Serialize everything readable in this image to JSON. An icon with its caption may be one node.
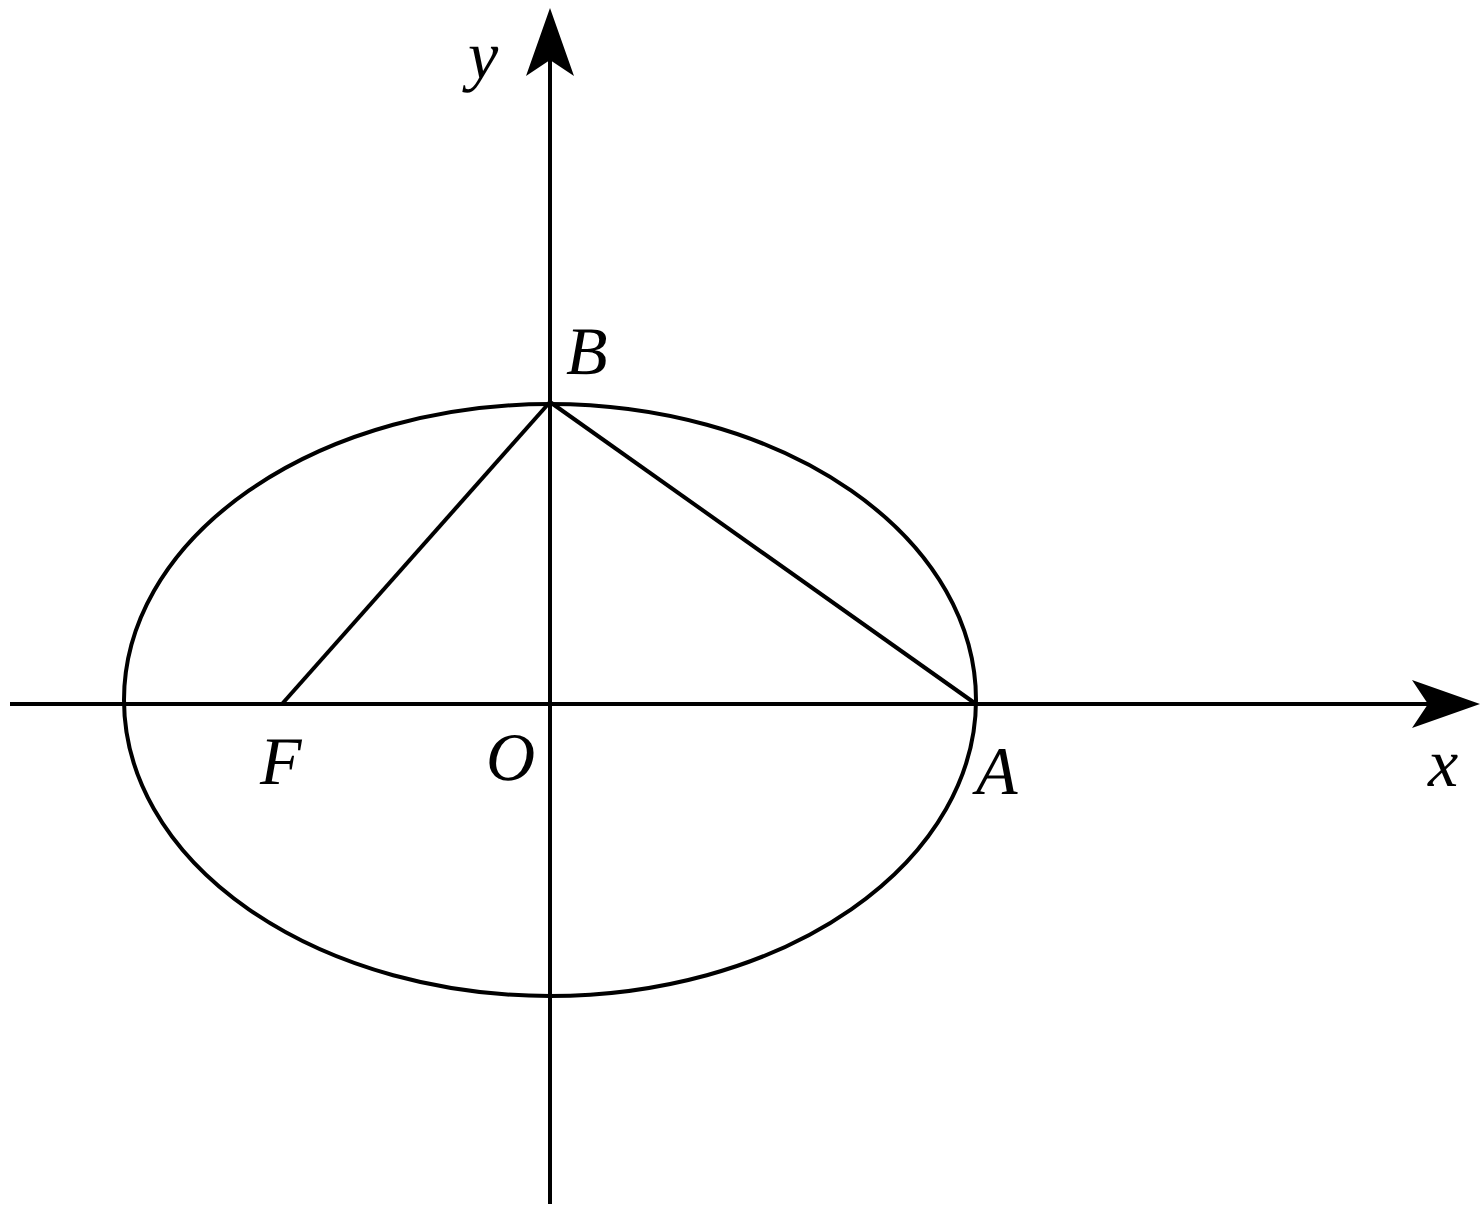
{
  "diagram": {
    "nodes": [
      {
        "text": [
          "B"
        ]
      },
      {
        "text": [
          "F"
        ]
      },
      {
        "text": [
          "O"
        ]
      },
      {
        "text": [
          "A"
        ]
      }
    ],
    "edges": [
      {
        "from": 1,
        "to": 0,
        "arrow": "none"
      },
      {
        "from": 0,
        "to": 3,
        "arrow": "none"
      }
    ],
    "labels": [
      "y",
      "x"
    ]
  }
}
